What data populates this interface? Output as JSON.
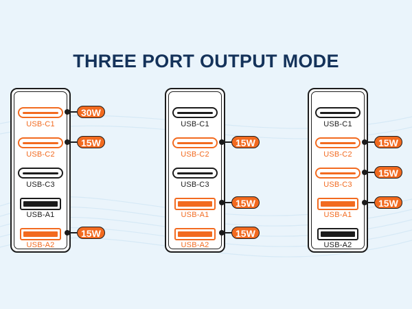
{
  "title": "THREE PORT OUTPUT MODE",
  "colors": {
    "accent": "#f26a1f",
    "dark": "#1b1b1b",
    "title": "#14325a",
    "background": "#eaf4fb"
  },
  "panels": [
    {
      "ports": [
        {
          "label": "USB-C1",
          "type": "usb-c",
          "active": true,
          "power": "30W"
        },
        {
          "label": "USB-C2",
          "type": "usb-c",
          "active": true,
          "power": "15W"
        },
        {
          "label": "USB-C3",
          "type": "usb-c",
          "active": false,
          "power": ""
        },
        {
          "label": "USB-A1",
          "type": "usb-a",
          "active": false,
          "power": ""
        },
        {
          "label": "USB-A2",
          "type": "usb-a",
          "active": true,
          "power": "15W"
        }
      ]
    },
    {
      "ports": [
        {
          "label": "USB-C1",
          "type": "usb-c",
          "active": false,
          "power": ""
        },
        {
          "label": "USB-C2",
          "type": "usb-c",
          "active": true,
          "power": "15W"
        },
        {
          "label": "USB-C3",
          "type": "usb-c",
          "active": false,
          "power": ""
        },
        {
          "label": "USB-A1",
          "type": "usb-a",
          "active": true,
          "power": "15W"
        },
        {
          "label": "USB-A2",
          "type": "usb-a",
          "active": true,
          "power": "15W"
        }
      ]
    },
    {
      "ports": [
        {
          "label": "USB-C1",
          "type": "usb-c",
          "active": false,
          "power": ""
        },
        {
          "label": "USB-C2",
          "type": "usb-c",
          "active": true,
          "power": "15W"
        },
        {
          "label": "USB-C3",
          "type": "usb-c",
          "active": true,
          "power": "15W"
        },
        {
          "label": "USB-A1",
          "type": "usb-a",
          "active": true,
          "power": "15W"
        },
        {
          "label": "USB-A2",
          "type": "usb-a",
          "active": false,
          "power": ""
        }
      ]
    }
  ]
}
